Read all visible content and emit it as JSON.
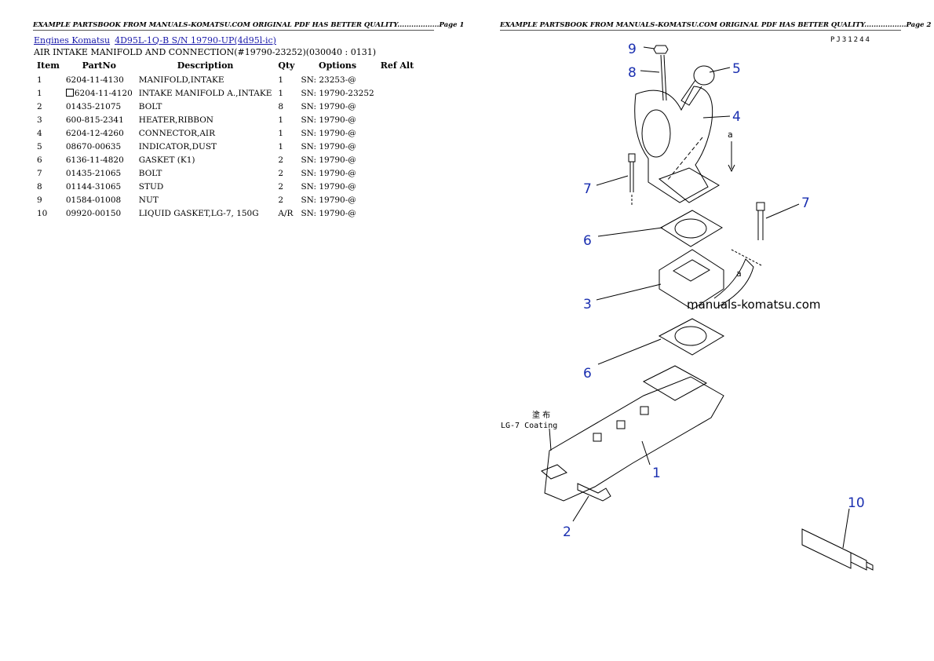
{
  "banners": {
    "page1": "EXAMPLE PARTSBOOK FROM MANUALS-KOMATSU.COM ORIGINAL PDF HAS BETTER QUALITY..................Page 1",
    "page2": "EXAMPLE PARTSBOOK FROM MANUALS-KOMATSU.COM ORIGINAL PDF HAS BETTER QUALITY..................Page 2"
  },
  "breadcrumb": {
    "link1": "Engines Komatsu",
    "link2": "4D95L-1Q-B S/N 19790-UP(4d95l-ic)"
  },
  "subtitle": "AIR INTAKE MANIFOLD AND CONNECTION(#19790-23252)(030040 : 0131)",
  "table": {
    "headers": [
      "Item",
      "PartNo",
      "Description",
      "Qty",
      "Options",
      "Ref Alt"
    ],
    "rows": [
      {
        "item": "1",
        "part": "6204-11-4130",
        "desc": "MANIFOLD,INTAKE",
        "qty": "1",
        "opt": "SN: 23253-@",
        "box": false
      },
      {
        "item": "1",
        "part": "6204-11-4120",
        "desc": "INTAKE MANIFOLD A.,INTAKE",
        "qty": "1",
        "opt": "SN: 19790-23252",
        "box": true
      },
      {
        "item": "2",
        "part": "01435-21075",
        "desc": "BOLT",
        "qty": "8",
        "opt": "SN: 19790-@",
        "box": false
      },
      {
        "item": "3",
        "part": "600-815-2341",
        "desc": "HEATER,RIBBON",
        "qty": "1",
        "opt": "SN: 19790-@",
        "box": false
      },
      {
        "item": "4",
        "part": "6204-12-4260",
        "desc": "CONNECTOR,AIR",
        "qty": "1",
        "opt": "SN: 19790-@",
        "box": false
      },
      {
        "item": "5",
        "part": "08670-00635",
        "desc": "INDICATOR,DUST",
        "qty": "1",
        "opt": "SN: 19790-@",
        "box": false
      },
      {
        "item": "6",
        "part": "6136-11-4820",
        "desc": "GASKET (K1)",
        "qty": "2",
        "opt": "SN: 19790-@",
        "box": false
      },
      {
        "item": "7",
        "part": "01435-21065",
        "desc": "BOLT",
        "qty": "2",
        "opt": "SN: 19790-@",
        "box": false
      },
      {
        "item": "8",
        "part": "01144-31065",
        "desc": "STUD",
        "qty": "2",
        "opt": "SN: 19790-@",
        "box": false
      },
      {
        "item": "9",
        "part": "01584-01008",
        "desc": "NUT",
        "qty": "2",
        "opt": "SN: 19790-@",
        "box": false
      },
      {
        "item": "10",
        "part": "09920-00150",
        "desc": "LIQUID GASKET,LG-7, 150G",
        "qty": "A/R",
        "opt": "SN: 19790-@",
        "box": false
      }
    ]
  },
  "diagram": {
    "code": "PJ31244",
    "watermark": "manuals-komatsu.com",
    "coating_jp": "塗 布",
    "coating_label": "LG-7 Coating",
    "arrow_letter_top": "a",
    "arrow_letter_bottom": "a",
    "callouts": [
      "9",
      "8",
      "5",
      "4",
      "7",
      "7",
      "6",
      "3",
      "6",
      "1",
      "2",
      "10"
    ]
  }
}
